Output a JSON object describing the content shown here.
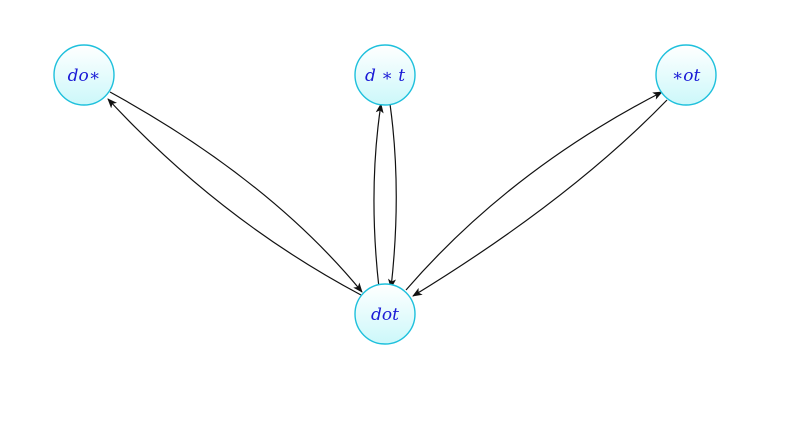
{
  "diagram": {
    "nodes": [
      {
        "id": "do_star",
        "label": "do∗"
      },
      {
        "id": "d_star_t",
        "label": "d ∗ t"
      },
      {
        "id": "star_ot",
        "label": "∗ot"
      },
      {
        "id": "dot",
        "label": "dot"
      }
    ],
    "edges": [
      {
        "from": "do_star",
        "to": "dot"
      },
      {
        "from": "dot",
        "to": "do_star"
      },
      {
        "from": "d_star_t",
        "to": "dot"
      },
      {
        "from": "dot",
        "to": "d_star_t"
      },
      {
        "from": "dot",
        "to": "star_ot"
      },
      {
        "from": "star_ot",
        "to": "dot"
      }
    ],
    "colors": {
      "node_border": "#1ec0dc",
      "node_fill_top": "#ffffff",
      "node_fill_bottom": "#ccf8fa",
      "label": "#1a1ad6",
      "edge": "#111111"
    }
  }
}
